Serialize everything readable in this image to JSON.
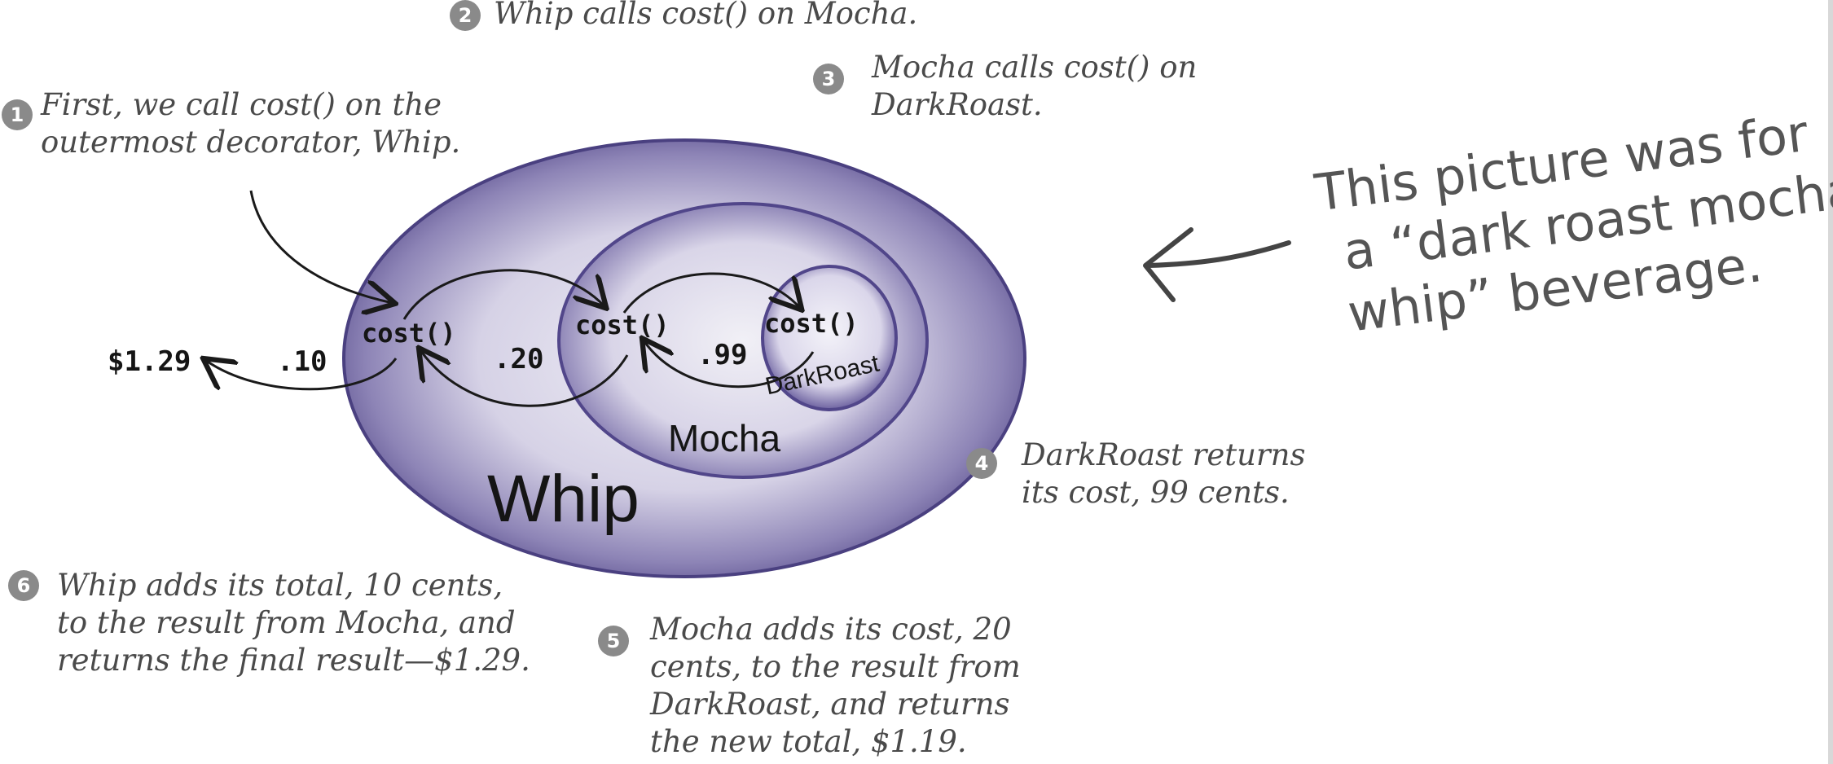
{
  "steps": [
    {
      "number": "1",
      "text": [
        "First, we call cost() on the",
        "outermost decorator, Whip."
      ]
    },
    {
      "number": "2",
      "text": [
        "Whip calls cost() on Mocha."
      ]
    },
    {
      "number": "3",
      "text": [
        "Mocha calls cost() on",
        "DarkRoast."
      ]
    },
    {
      "number": "4",
      "text": [
        "DarkRoast returns",
        "its cost, 99 cents."
      ]
    },
    {
      "number": "5",
      "text": [
        "Mocha adds its cost, 20",
        "cents, to the result from",
        "DarkRoast, and returns",
        "the new total, $1.19."
      ]
    },
    {
      "number": "6",
      "text": [
        "Whip adds its total, 10 cents,",
        "to the result from Mocha, and",
        "returns the final result—$1.29."
      ]
    }
  ],
  "layers": {
    "outer": "Whip",
    "middle": "Mocha",
    "inner": "DarkRoast"
  },
  "method_label": "cost()",
  "values": {
    "total": "$1.29",
    "whip": ".10",
    "mocha": ".20",
    "darkroast": ".99"
  },
  "side_note": [
    "This picture was for",
    "a “dark roast mocha",
    "whip” beverage."
  ],
  "colors": {
    "outer_fill": "#7d73a8",
    "middle_fill": "#b7b1d2",
    "inner_fill": "#dcd8ea",
    "ink": "#1a1a1a",
    "note_ink": "#4a4a4a"
  }
}
